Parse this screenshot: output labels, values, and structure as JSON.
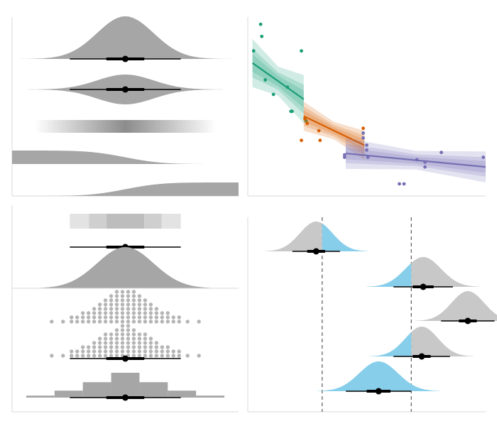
{
  "panel_axis_color": "#d9d9d9",
  "colors": {
    "slab": "#a6a6a6",
    "dots": "#b5b5b5",
    "interval": "#000000",
    "highlight": "#87ceeb",
    "ref_line": "#666666"
  },
  "chart_data": [
    {
      "type": "area",
      "panel": "top-left",
      "description_free": true,
      "x_range": [
        -4,
        4
      ],
      "rows": [
        {
          "geom": "halfeye",
          "density": "normal",
          "mean": 0,
          "sd": 1,
          "point": 0,
          "intervals": [
            [
              -0.67,
              0.67
            ],
            [
              -1.96,
              1.96
            ]
          ]
        },
        {
          "geom": "eye",
          "density": "normal",
          "mean": 0,
          "sd": 1,
          "point": 0,
          "intervals": [
            [
              -0.67,
              0.67
            ],
            [
              -1.96,
              1.96
            ]
          ]
        },
        {
          "geom": "gradientinterval",
          "density": "normal",
          "mean": 0,
          "sd": 1
        },
        {
          "geom": "ccdfinterval",
          "density": "normal",
          "mean": 0,
          "sd": 1
        },
        {
          "geom": "cdfinterval",
          "density": "normal",
          "mean": 0,
          "sd": 1
        }
      ]
    },
    {
      "type": "scatter",
      "panel": "top-right",
      "groups": [
        {
          "color": "#1b9e77",
          "x_range": [
            1,
            3.2
          ],
          "line": [
            [
              1,
              3.55
            ],
            [
              3.2,
              2.8
            ]
          ],
          "bands": [
            0.5,
            0.3,
            0.18
          ],
          "points": [
            [
              1.05,
              3.8
            ],
            [
              1.35,
              4.35
            ],
            [
              1.4,
              4.1
            ],
            [
              3.1,
              3.8
            ],
            [
              1.55,
              3.2
            ],
            [
              1.9,
              2.9
            ],
            [
              2.5,
              3.05
            ],
            [
              2.65,
              2.55
            ],
            [
              2.7,
              2.55
            ],
            [
              3.3,
              2.35
            ]
          ]
        },
        {
          "color": "#d95f02",
          "x_range": [
            3.2,
            5.8
          ],
          "line": [
            [
              3.2,
              2.45
            ],
            [
              5.8,
              1.85
            ]
          ],
          "bands": [
            0.3,
            0.2,
            0.12
          ],
          "points": [
            [
              3.25,
              2.4
            ],
            [
              3.35,
              2.3
            ],
            [
              3.85,
              2.15
            ],
            [
              3.9,
              1.95
            ],
            [
              5.75,
              2.2
            ],
            [
              3.1,
              1.95
            ]
          ]
        },
        {
          "color": "#7570b3",
          "x_range": [
            5.0,
            11.0
          ],
          "line": [
            [
              5.0,
              1.68
            ],
            [
              11.0,
              1.4
            ]
          ],
          "bands": [
            0.32,
            0.2,
            0.12
          ],
          "points": [
            [
              5.75,
              2.1
            ],
            [
              5.75,
              2.0
            ],
            [
              5.9,
              1.85
            ],
            [
              5.9,
              1.75
            ],
            [
              5.95,
              1.6
            ],
            [
              4.95,
              1.65
            ],
            [
              4.95,
              1.6
            ],
            [
              8.05,
              1.55
            ],
            [
              8.4,
              1.5
            ],
            [
              8.4,
              1.4
            ],
            [
              9.1,
              1.7
            ],
            [
              10.9,
              1.6
            ],
            [
              7.3,
              1.05
            ],
            [
              7.5,
              1.05
            ]
          ]
        }
      ],
      "xlim": [
        0.8,
        11.0
      ],
      "ylim": [
        0.8,
        4.5
      ]
    },
    {
      "type": "bar",
      "panel": "bottom-left",
      "x_range": [
        -4,
        4
      ],
      "rows": [
        {
          "geom": "pointinterval_with_quantile_blocks",
          "point": 0,
          "intervals": [
            [
              -0.67,
              0.67
            ],
            [
              -1.96,
              1.96
            ]
          ],
          "blocks": [
            [
              -1.96,
              -1.28
            ],
            [
              -1.28,
              -0.67
            ],
            [
              -0.67,
              0.67
            ],
            [
              0.67,
              1.28
            ],
            [
              1.28,
              1.96
            ]
          ]
        },
        {
          "geom": "slab",
          "density": "normal",
          "mean": 0,
          "sd": 1
        },
        {
          "geom": "dots",
          "bins": [
            -2.6,
            -2.2,
            -1.9,
            -1.7,
            -1.5,
            -1.3,
            -1.1,
            -0.9,
            -0.7,
            -0.5,
            -0.3,
            -0.1,
            0.1,
            0.3,
            0.5,
            0.7,
            0.9,
            1.1,
            1.3,
            1.5,
            1.7,
            1.9,
            2.2,
            2.6
          ],
          "counts": [
            1,
            1,
            2,
            2,
            3,
            3,
            4,
            5,
            6,
            7,
            8,
            8,
            8,
            8,
            7,
            6,
            5,
            4,
            3,
            3,
            2,
            2,
            1,
            1
          ]
        },
        {
          "geom": "dotsinterval",
          "bins": [
            -2.6,
            -2.2,
            -1.9,
            -1.7,
            -1.5,
            -1.3,
            -1.1,
            -0.9,
            -0.7,
            -0.5,
            -0.3,
            -0.1,
            0.1,
            0.3,
            0.5,
            0.7,
            0.9,
            1.1,
            1.3,
            1.5,
            1.7,
            1.9,
            2.2,
            2.6
          ],
          "counts": [
            1,
            1,
            2,
            2,
            3,
            3,
            4,
            5,
            6,
            6,
            7,
            8,
            8,
            7,
            6,
            6,
            5,
            4,
            3,
            3,
            2,
            2,
            1,
            1
          ],
          "point": 0,
          "intervals": [
            [
              -0.67,
              0.67
            ],
            [
              -1.96,
              1.96
            ]
          ]
        },
        {
          "geom": "histinterval",
          "edges": [
            -3.5,
            -2.5,
            -1.5,
            -0.5,
            0.5,
            1.5,
            2.5,
            3.5
          ],
          "heights": [
            0.08,
            0.28,
            0.62,
            1.0,
            0.62,
            0.28,
            0.08
          ],
          "point": 0,
          "intervals": [
            [
              -0.67,
              0.67
            ],
            [
              -1.96,
              1.96
            ]
          ]
        }
      ]
    },
    {
      "type": "area",
      "panel": "bottom-right",
      "xlim": [
        -2.5,
        5.5
      ],
      "ref_lines": [
        0,
        3
      ],
      "rows": [
        {
          "mean": -0.2,
          "sd": 0.55,
          "split": 0,
          "highlight_side": "right",
          "point": -0.2,
          "intervals": [
            [
              -0.5,
              0.1
            ],
            [
              -1.0,
              0.6
            ]
          ]
        },
        {
          "mean": 3.4,
          "sd": 0.6,
          "split": 3,
          "highlight_side": "left",
          "point": 3.4,
          "intervals": [
            [
              3.05,
              3.75
            ],
            [
              2.4,
              4.4
            ]
          ]
        },
        {
          "mean": 4.9,
          "sd": 0.55,
          "split": null,
          "highlight_side": "none",
          "point": 4.9,
          "intervals": [
            [
              4.6,
              5.2
            ],
            [
              4.0,
              5.8
            ]
          ]
        },
        {
          "mean": 3.35,
          "sd": 0.55,
          "split": 3,
          "highlight_side": "left",
          "point": 3.35,
          "intervals": [
            [
              3.05,
              3.65
            ],
            [
              2.4,
              4.3
            ]
          ]
        },
        {
          "mean": 1.9,
          "sd": 0.65,
          "split": null,
          "highlight_side": "all",
          "point": 1.9,
          "intervals": [
            [
              1.5,
              2.3
            ],
            [
              0.8,
              3.0
            ]
          ]
        }
      ]
    }
  ]
}
